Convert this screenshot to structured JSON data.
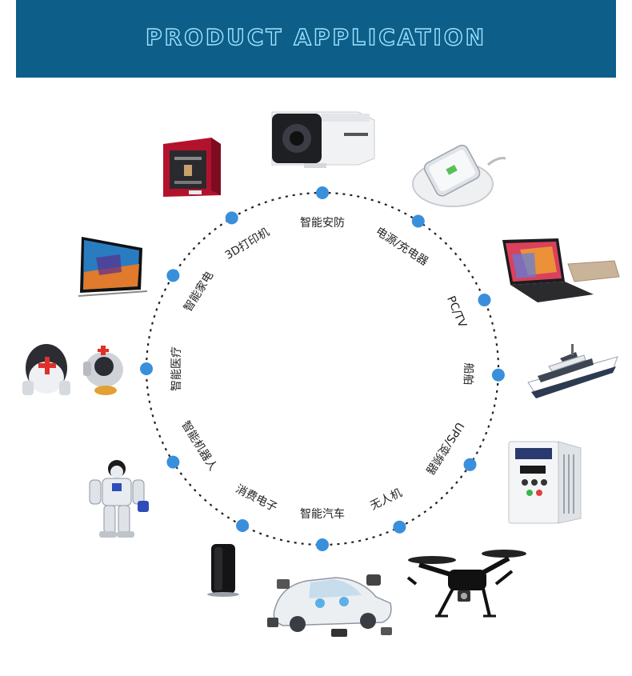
{
  "header": {
    "title": "PRODUCT APPLICATION"
  },
  "applications": [
    {
      "id": "security",
      "label": "智能安防",
      "angle": 270,
      "icon": "security-camera-icon"
    },
    {
      "id": "power",
      "label": "电源/充电器",
      "angle": 303,
      "icon": "wireless-charger-icon"
    },
    {
      "id": "pc",
      "label": "PC/TV",
      "angle": 337,
      "icon": "laptop-icon"
    },
    {
      "id": "ship",
      "label": "船舶",
      "angle": 2,
      "icon": "ship-icon"
    },
    {
      "id": "ups",
      "label": "UPS/变频器",
      "angle": 33,
      "icon": "inverter-icon"
    },
    {
      "id": "drone",
      "label": "无人机",
      "angle": 64,
      "icon": "drone-icon"
    },
    {
      "id": "auto",
      "label": "智能汽车",
      "angle": 90,
      "icon": "car-icon"
    },
    {
      "id": "consumer",
      "label": "消费电子",
      "angle": 117,
      "icon": "speaker-icon"
    },
    {
      "id": "robot",
      "label": "智能机器人",
      "angle": 148,
      "icon": "robot-icon"
    },
    {
      "id": "medical",
      "label": "智能医疗",
      "angle": 180,
      "icon": "medical-robot-icon"
    },
    {
      "id": "home",
      "label": "智能家电",
      "angle": 212,
      "icon": "tv-icon"
    },
    {
      "id": "printer",
      "label": "3D打印机",
      "angle": 239,
      "icon": "3d-printer-icon"
    }
  ],
  "colors": {
    "banner": "#0d5f8a",
    "dot": "#3a8fdc",
    "ring": "#222222"
  }
}
